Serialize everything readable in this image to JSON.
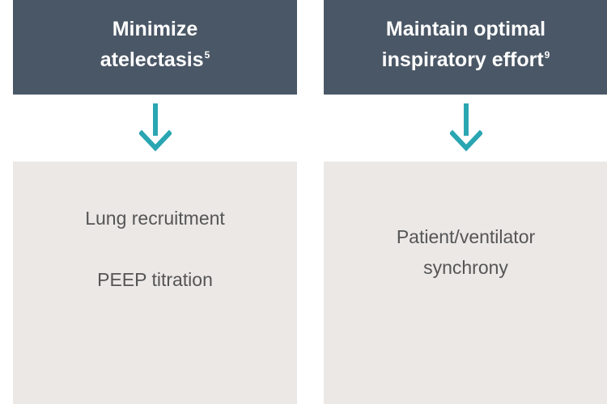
{
  "columns": [
    {
      "header": {
        "title": "Minimize",
        "title_line2": "atelectasis",
        "ref": "5"
      },
      "items": [
        "Lung recruitment",
        "PEEP titration"
      ]
    },
    {
      "header": {
        "title": "Maintain optimal",
        "title_line2": "inspiratory effort",
        "ref": "9"
      },
      "items": [
        "Patient/ventilator synchrony"
      ]
    }
  ],
  "colors": {
    "header_bg": "#4a5766",
    "header_text": "#ffffff",
    "arrow": "#2aa6b2",
    "body_bg": "#ebe8e6",
    "body_text": "#555555"
  },
  "icons": {
    "arrow": "down-arrow-icon"
  }
}
